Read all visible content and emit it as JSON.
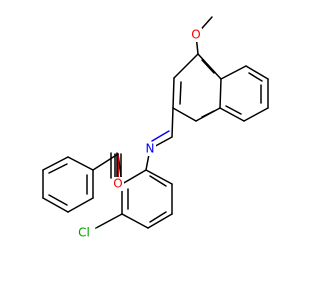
{
  "molecule": {
    "atom_labels": {
      "methoxy_oxygen": "O",
      "ketone_oxygen": "O",
      "imine_nitrogen": "N",
      "chlorine": "Cl"
    },
    "colors": {
      "bond": "#000000",
      "oxygen": "#ff0000",
      "nitrogen": "#0000ff",
      "chlorine": "#00a000",
      "background": "#ffffff"
    }
  }
}
